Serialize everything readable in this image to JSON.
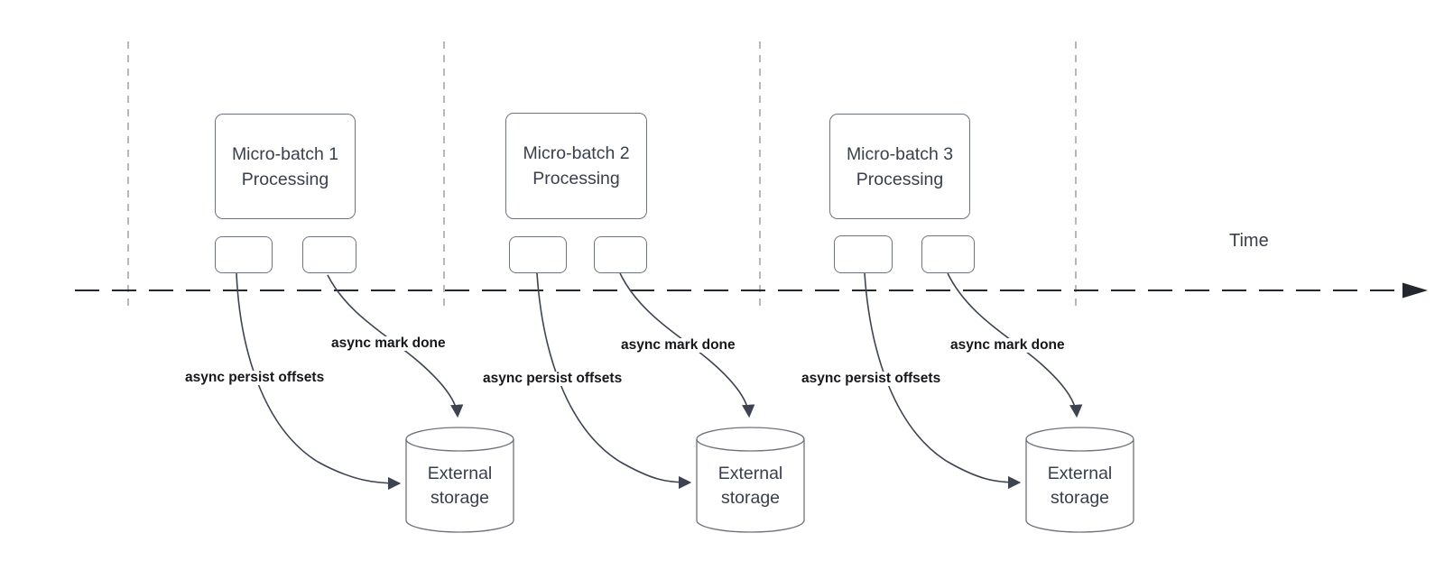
{
  "diagram": {
    "timeline": {
      "label": "Time"
    },
    "colors": {
      "shape_border": "#6e737c",
      "connector": "#3d4351",
      "timeline_axis": "#23272e",
      "guide_line": "#a6a6a6",
      "edge_label_text": "#15171a",
      "shape_text": "#39404c",
      "background": "#ffffff"
    },
    "units": [
      {
        "title_line1": "Micro-batch 1",
        "title_line2": "Processing",
        "persist_label": "async persist offsets",
        "done_label": "async mark done",
        "storage_line1": "External",
        "storage_line2": "storage"
      },
      {
        "title_line1": "Micro-batch 2",
        "title_line2": "Processing",
        "persist_label": "async persist offsets",
        "done_label": "async mark done",
        "storage_line1": "External",
        "storage_line2": "storage"
      },
      {
        "title_line1": "Micro-batch 3",
        "title_line2": "Processing",
        "persist_label": "async persist offsets",
        "done_label": "async mark done",
        "storage_line1": "External",
        "storage_line2": "storage"
      }
    ]
  }
}
